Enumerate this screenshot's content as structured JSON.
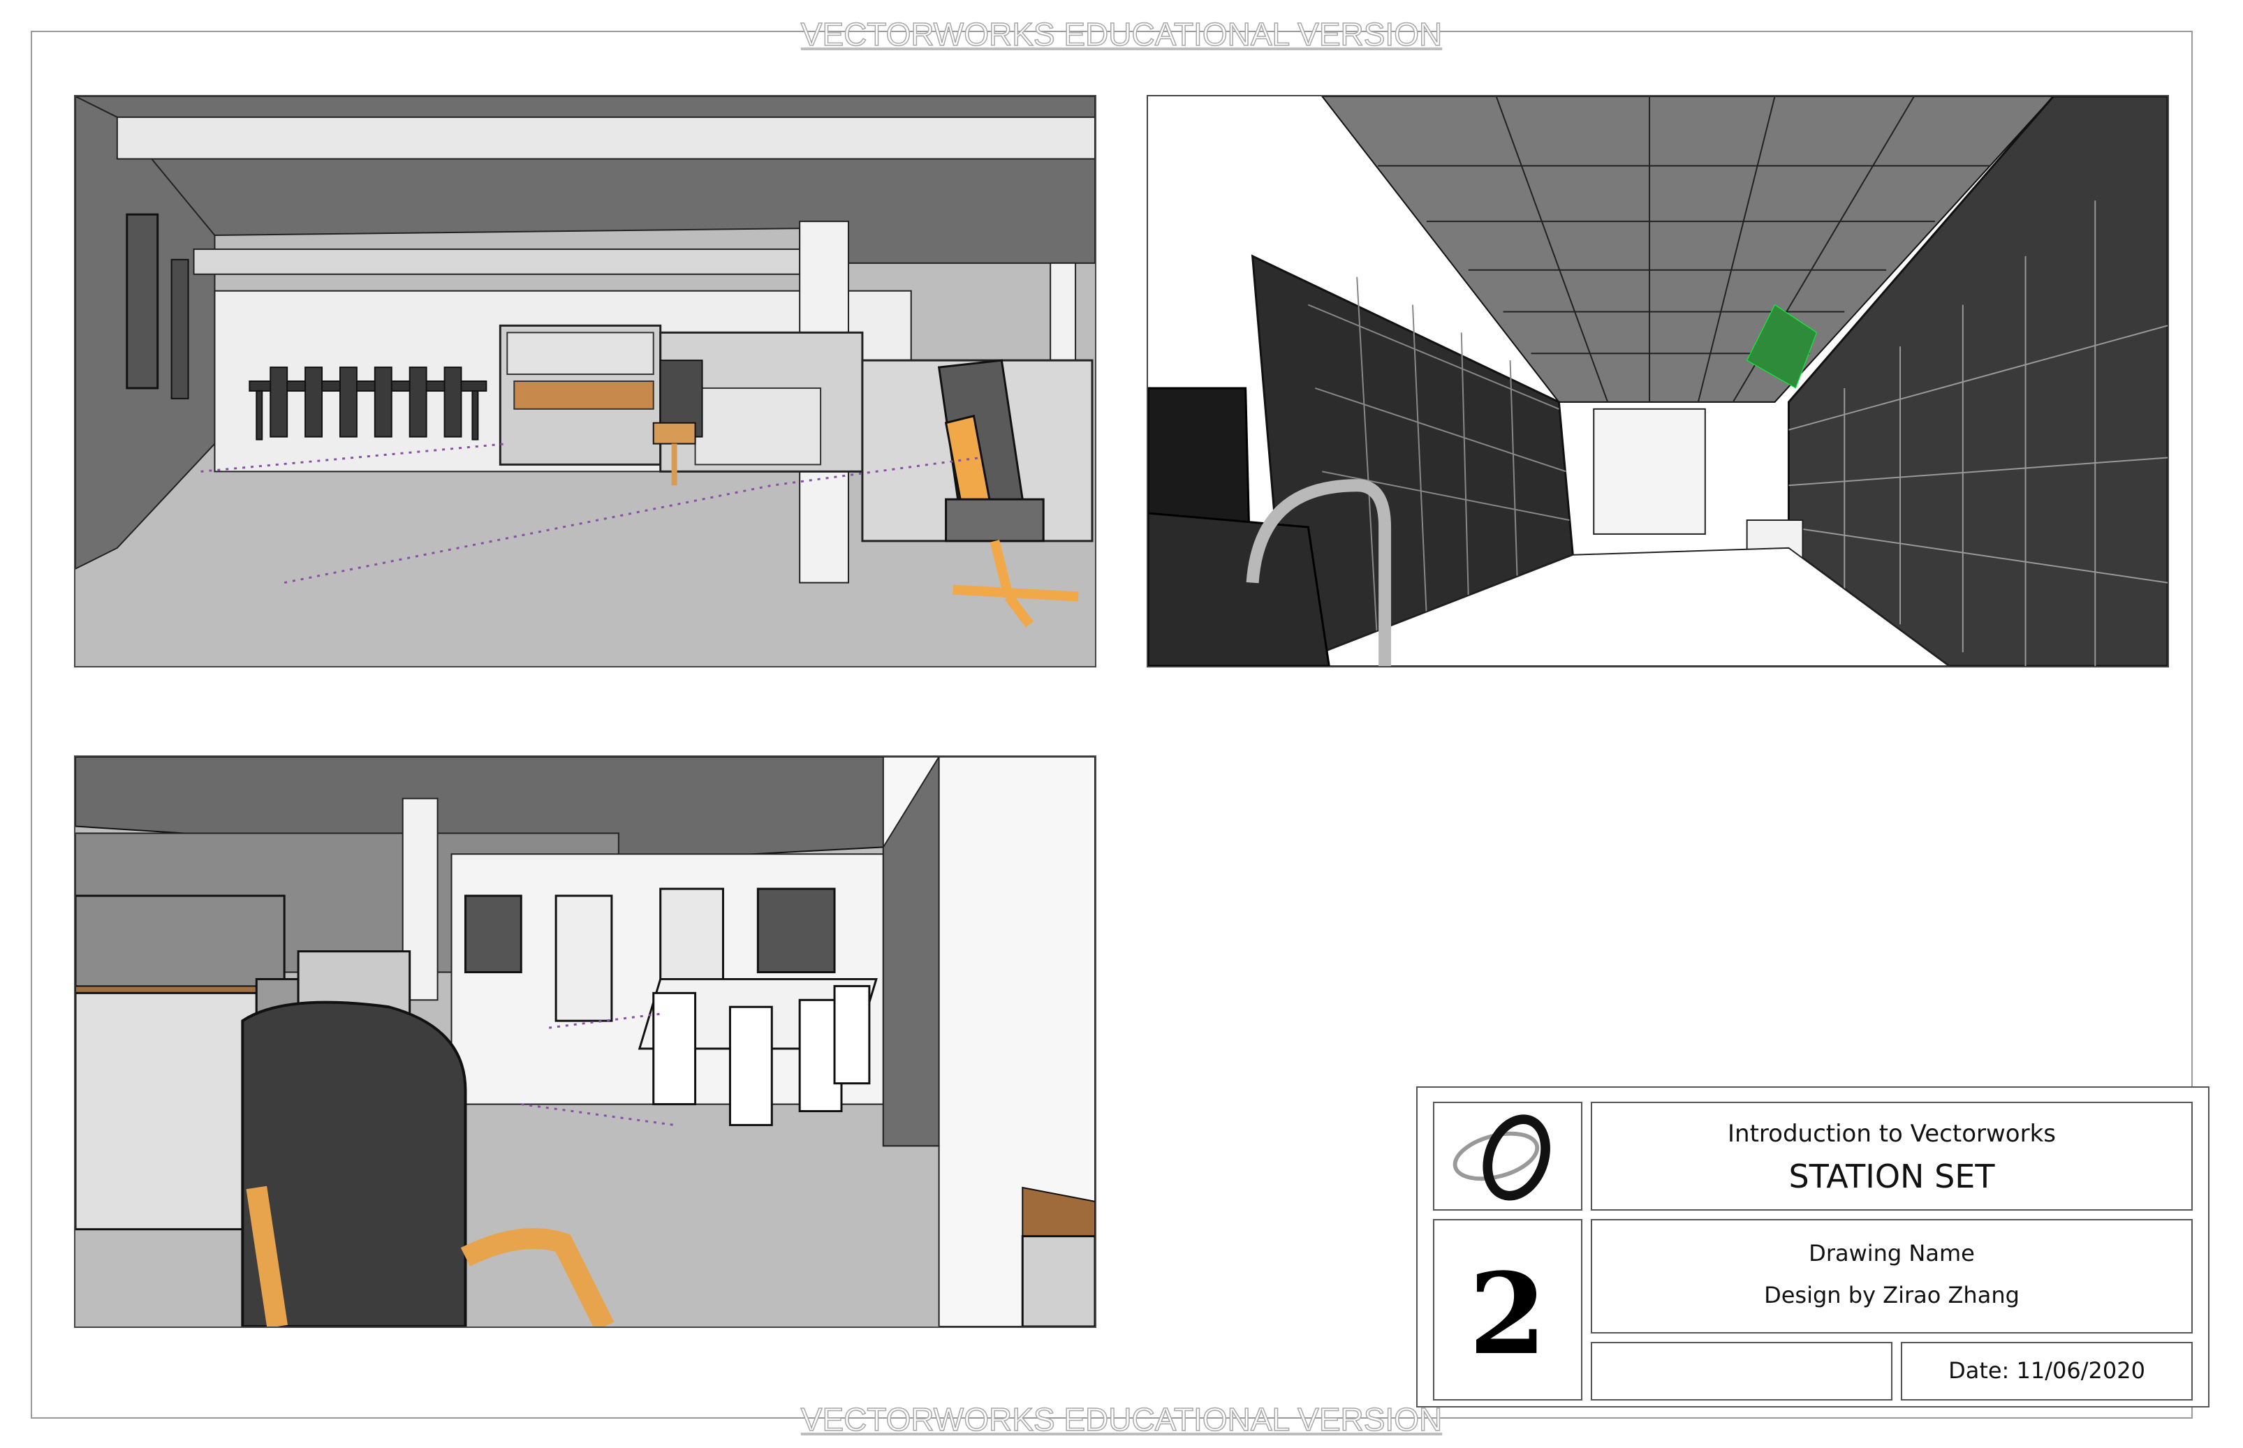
{
  "watermark": "VECTORWORKS EDUCATIONAL VERSION",
  "title_block": {
    "course": "Introduction to Vectorworks",
    "set_name": "STATION SET",
    "drawing_name": "Drawing Name",
    "designer": "Design by Zirao Zhang",
    "date": "Date: 11/06/2020",
    "sheet_number": "2",
    "logo_icon": "vectorworks-logo-icon"
  },
  "viewports": [
    {
      "name": "office-interior-cubicles-view"
    },
    {
      "name": "corridor-storage-lockers-view"
    },
    {
      "name": "conference-area-chair-foreground-view"
    }
  ],
  "colors": {
    "wood": "#b07a3e",
    "chair_accent": "#f0a848",
    "plant": "#2e8b3a",
    "ceiling": "#6b6b6b",
    "floor": "#bdbdbd",
    "wall_white": "#f4f4f4"
  }
}
